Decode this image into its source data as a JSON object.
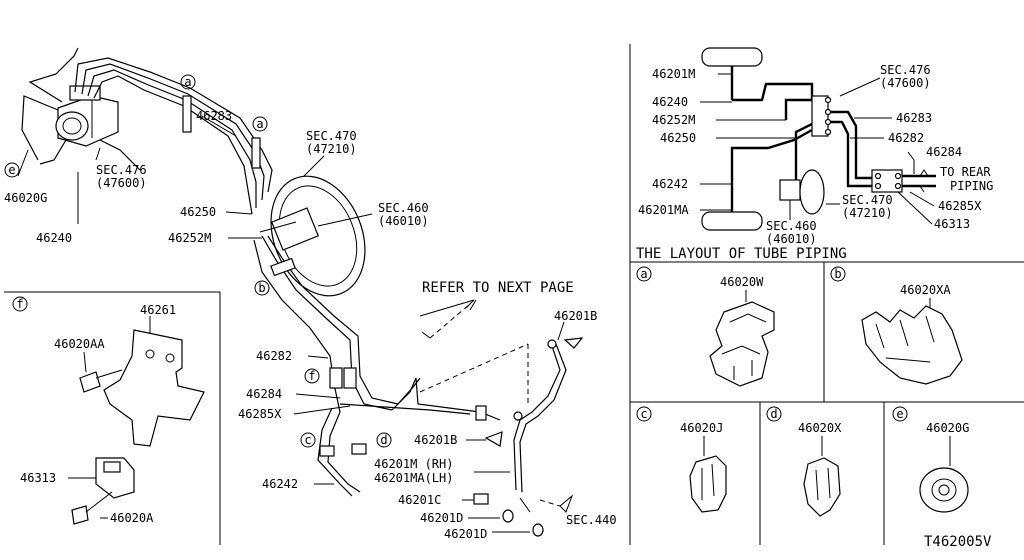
{
  "diagram_id": "T462005V",
  "refer_note": "REFER TO NEXT PAGE",
  "main": {
    "labels": {
      "l46283": "46283",
      "l46020G": "46020G",
      "l46240": "46240",
      "sec476": "SEC.476",
      "sec476sub": "(47600)",
      "sec470": "SEC.470",
      "sec470sub": "(47210)",
      "sec460": "SEC.460",
      "sec460sub": "(46010)",
      "l46250": "46250",
      "l46252M": "46252M",
      "l46282": "46282",
      "l46284": "46284",
      "l46285X": "46285X",
      "l46242": "46242",
      "l46201B_top": "46201B",
      "l46201B_mid": "46201B",
      "l46201M": "46201M (RH)",
      "l46201MA": "46201MA(LH)",
      "l46201C": "46201C",
      "l46201D_a": "46201D",
      "l46201D_b": "46201D",
      "sec440": "SEC.440"
    },
    "callouts": {
      "a": "a",
      "b": "b",
      "c": "c",
      "d": "d",
      "e": "e",
      "f": "f"
    }
  },
  "detail_f": {
    "callout": "f",
    "labels": {
      "l46261": "46261",
      "l46020AA": "46020AA",
      "l46313": "46313",
      "l46020A": "46020A"
    }
  },
  "layout_panel": {
    "title": "THE LAYOUT OF TUBE PIPING",
    "labels": {
      "l46201M": "46201M",
      "l46240": "46240",
      "l46252M": "46252M",
      "l46250": "46250",
      "l46242": "46242",
      "l46201MA": "46201MA",
      "sec476": "SEC.476",
      "sec476sub": "(47600)",
      "l46283": "46283",
      "l46282": "46282",
      "l46284": "46284",
      "to_rear": "TO REAR",
      "piping": "PIPING",
      "l46285X": "46285X",
      "l46313": "46313",
      "sec470": "SEC.470",
      "sec470sub": "(47210)",
      "sec460": "SEC.460",
      "sec460sub": "(46010)"
    }
  },
  "clips": [
    {
      "callout": "a",
      "part": "46020W"
    },
    {
      "callout": "b",
      "part": "46020XA"
    },
    {
      "callout": "c",
      "part": "46020J"
    },
    {
      "callout": "d",
      "part": "46020X"
    },
    {
      "callout": "e",
      "part": "46020G"
    }
  ]
}
